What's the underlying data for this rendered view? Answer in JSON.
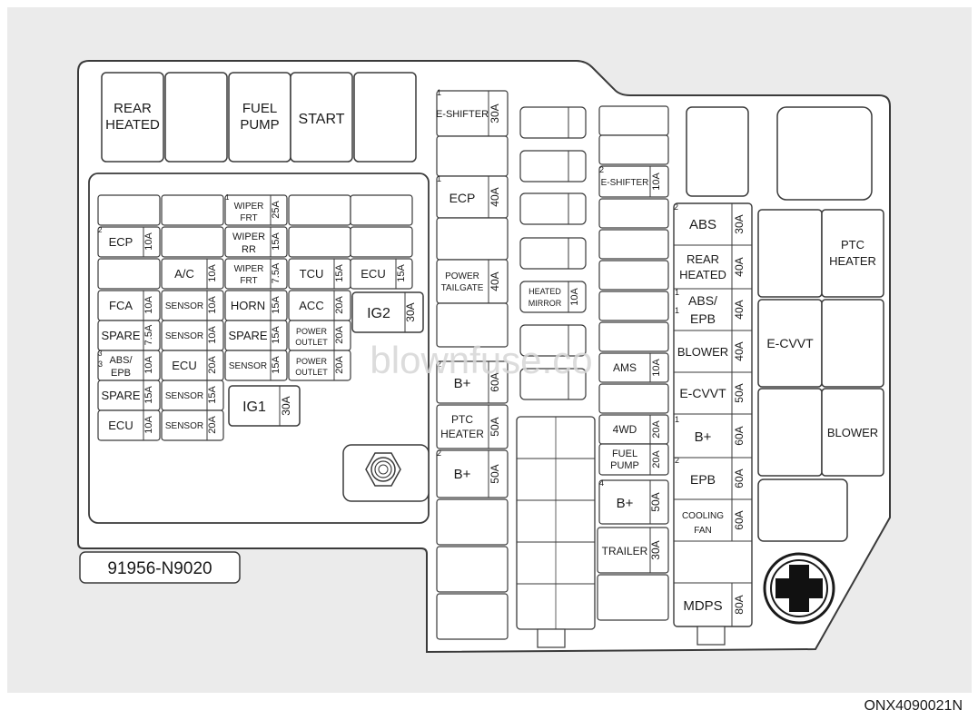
{
  "image_code": "ONX4090021N",
  "part_number": "91956-N9020",
  "watermark": "blownfuse.co",
  "top_relays": [
    "REAR HEATED",
    "",
    "FUEL PUMP",
    "START",
    ""
  ],
  "inner_fuses": {
    "r1": {
      "b": "WIPER FRT",
      "b_amp": "25A"
    },
    "r2": {
      "a": "ECP",
      "a_amp": "10A",
      "b": "WIPER RR",
      "b_amp": "15A"
    },
    "r3": {
      "a": "A/C",
      "a_amp": "10A",
      "b": "WIPER FRT",
      "b_amp": "7.5A",
      "c": "TCU",
      "c_amp": "15A",
      "d": "ECU",
      "d_amp": "15A"
    },
    "r4": {
      "a": "FCA",
      "a_amp": "10A",
      "b": "SENSOR",
      "b_amp": "10A",
      "c": "HORN",
      "c_amp": "15A",
      "d": "ACC",
      "d_amp": "20A"
    },
    "r5": {
      "a": "SPARE",
      "a_amp": "7.5A",
      "b": "SENSOR",
      "b_amp": "10A",
      "c": "SPARE",
      "c_amp": "15A",
      "d": "POWER OUTLET",
      "d_amp": "20A"
    },
    "r6": {
      "a": "ABS/ EPB",
      "a_amp": "10A",
      "b": "ECU",
      "b_amp": "20A",
      "c": "SENSOR",
      "c_amp": "15A",
      "d": "POWER OUTLET",
      "d_amp": "20A"
    },
    "r7": {
      "a": "SPARE",
      "a_amp": "15A",
      "b": "SENSOR",
      "b_amp": "15A"
    },
    "r8": {
      "a": "ECU",
      "a_amp": "10A",
      "b": "SENSOR",
      "b_amp": "20A"
    },
    "relay_ig2": "IG2",
    "relay_ig2_amp": "30A",
    "relay_ig1": "IG1",
    "relay_ig1_amp": "30A"
  },
  "middle_column": {
    "c1": "E-SHIFTER",
    "c1_amp": "30A",
    "c2": "ECP",
    "c2_amp": "40A",
    "c3": "POWER TAILGATE",
    "c3_amp": "40A",
    "c4": "B+",
    "c4_amp": "60A",
    "c5": "PTC HEATER",
    "c5_amp": "50A",
    "c6": "B+",
    "c6_amp": "50A"
  },
  "center_left": {
    "heated_mirror": "HEATED MIRROR",
    "heated_mirror_amp": "10A"
  },
  "center_right": {
    "e_shifter": "E-SHIFTER",
    "e_shifter_amp": "10A",
    "ams": "AMS",
    "ams_amp": "10A",
    "fwd": "4WD",
    "fwd_amp": "20A",
    "fuel_pump": "FUEL PUMP",
    "fuel_pump_amp": "20A",
    "b_plus": "B+",
    "b_plus_amp": "50A",
    "trailer": "TRAILER",
    "trailer_amp": "30A"
  },
  "right_column": {
    "abs": "ABS",
    "abs_amp": "30A",
    "rear_heated": "REAR HEATED",
    "rear_heated_amp": "40A",
    "abs_epb": "ABS/ EPB",
    "abs_epb_amp": "40A",
    "blower": "BLOWER",
    "blower_amp": "40A",
    "e_cvvt": "E-CVVT",
    "e_cvvt_amp": "50A",
    "b_plus": "B+",
    "b_plus_amp": "60A",
    "epb": "EPB",
    "epb_amp": "60A",
    "cooling_fan": "COOLING FAN",
    "cooling_fan_amp": "60A",
    "mdps": "MDPS",
    "mdps_amp": "80A"
  },
  "right_relays": {
    "ptc_heater": "PTC HEATER",
    "e_cvvt": "E-CVVT",
    "blower": "BLOWER"
  },
  "pin_marks": {
    "one": "1",
    "two": "2",
    "three": "3",
    "four": "4"
  }
}
